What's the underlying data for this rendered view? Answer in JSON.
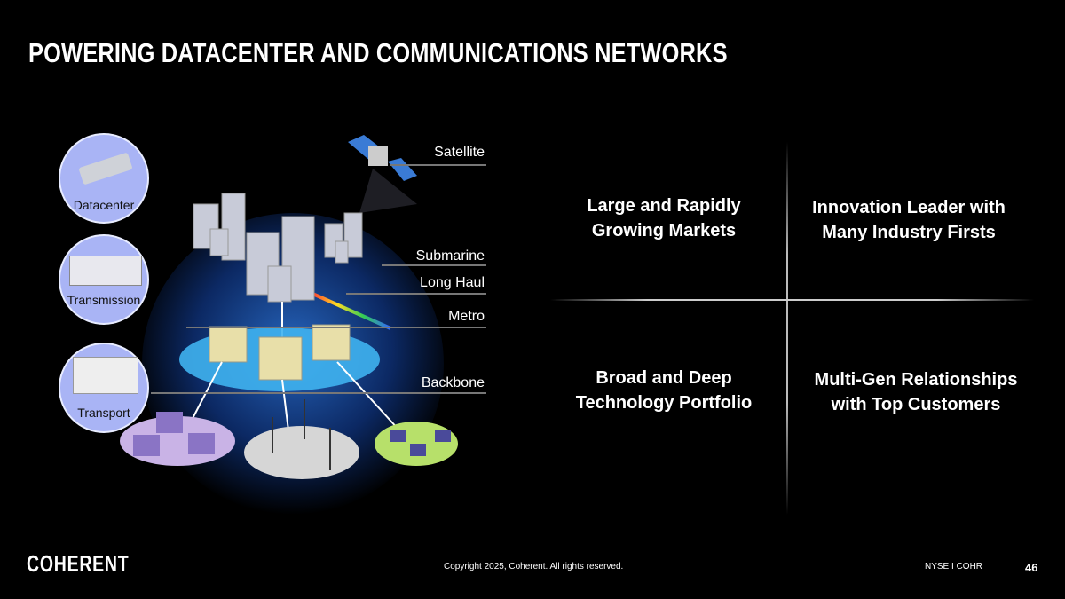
{
  "title": "POWERING DATACENTER AND COMMUNICATIONS NETWORKS",
  "diagram": {
    "segments": [
      "Datacenter",
      "Transmission",
      "Transport"
    ],
    "network_layers": [
      "Satellite",
      "Submarine",
      "Long Haul",
      "Metro",
      "Backbone"
    ]
  },
  "quadrants": [
    {
      "line1": "Large and Rapidly",
      "line2": "Growing Markets"
    },
    {
      "line1": "Innovation Leader with",
      "line2": "Many Industry Firsts"
    },
    {
      "line1": "Broad and Deep",
      "line2": "Technology Portfolio"
    },
    {
      "line1": "Multi-Gen Relationships",
      "line2": "with Top Customers"
    }
  ],
  "footer": {
    "logo": "COHERENT",
    "copyright": "Copyright 2025, Coherent. All rights reserved.",
    "ticker": "NYSE I COHR",
    "page_number": "46"
  }
}
